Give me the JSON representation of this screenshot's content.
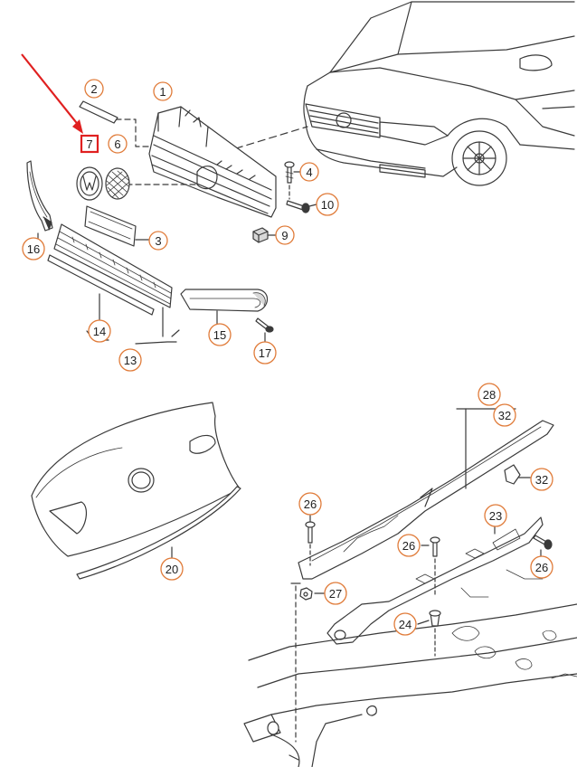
{
  "colors": {
    "line": "#3a3a3a",
    "callout_ring": "#e07b39",
    "arrow": "#e02020",
    "highlight_box": "#e02020",
    "part_fill": "#ffffff",
    "shade": "#d8d8d8"
  },
  "callouts": {
    "c1": "1",
    "c2": "2",
    "c3": "3",
    "c4": "4",
    "c6": "6",
    "c7": "7",
    "c9": "9",
    "c10": "10",
    "c13": "13",
    "c14": "14",
    "c15": "15",
    "c16": "16",
    "c17": "17",
    "c20": "20",
    "c23": "23",
    "c24": "24",
    "c26a": "26",
    "c26b": "26",
    "c26c": "26",
    "c27": "27",
    "c28": "28",
    "c32a": "32",
    "c32b": "32"
  }
}
